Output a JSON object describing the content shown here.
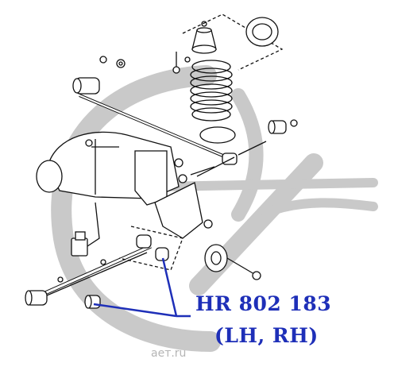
{
  "callout": {
    "part_number": "HR 802 183",
    "side": "(LH, RH)",
    "color": "#1e2fb8"
  },
  "watermark": {
    "text": "ает.ru",
    "color": "#b5b5b5"
  }
}
